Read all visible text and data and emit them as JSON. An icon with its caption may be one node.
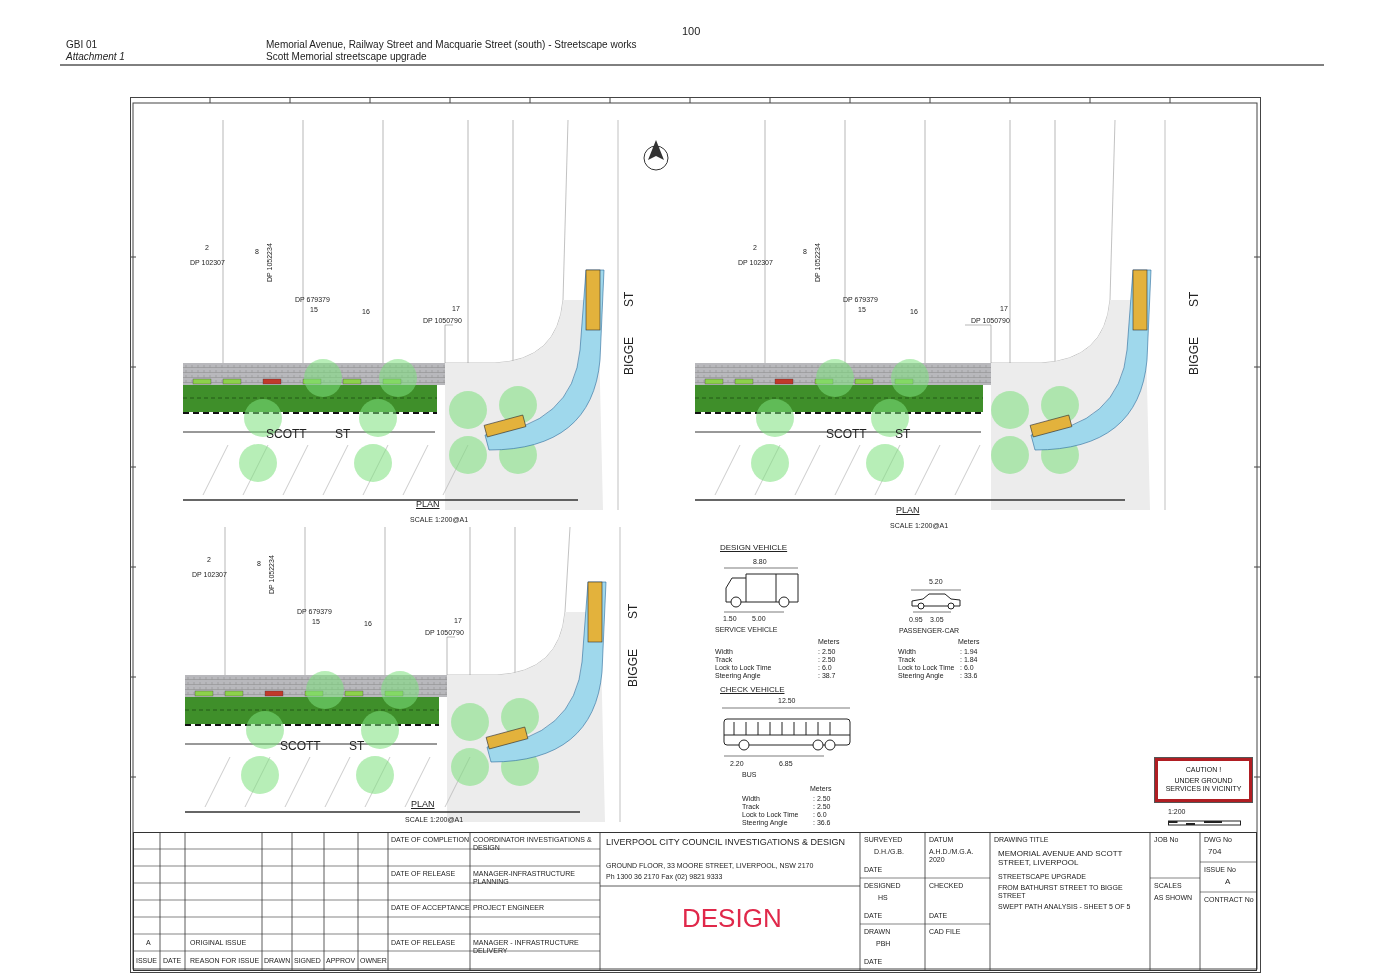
{
  "diagram": {
    "nodes": [
      {
        "text": [
          "CAUTION !",
          "UNDER GROUND SERVICES IN VICINITY"
        ]
      }
    ],
    "labels": [
      "100",
      "GBI 01",
      "Attachment 1",
      "Memorial Avenue, Railway Street and Macquarie Street (south) - Streetscape works",
      "Scott Memorial streetscape upgrade",
      "2",
      "8",
      "DP 102307",
      "DP 1052234",
      "DP 679379",
      "15",
      "16",
      "17",
      "DP 1050790",
      "SCOTT",
      "ST",
      "BIGGE",
      "ST",
      "PLAN",
      "SCALE 1:200@A1",
      "2",
      "8",
      "DP 102307",
      "DP 1052234",
      "DP 679379",
      "15",
      "16",
      "17",
      "DP 1050790",
      "SCOTT",
      "ST",
      "BIGGE",
      "ST",
      "PLAN",
      "SCALE 1:200@A1",
      "2",
      "8",
      "DP 102307",
      "DP 1052234",
      "DP 679379",
      "15",
      "16",
      "17",
      "DP 1050790",
      "SCOTT",
      "ST",
      "BIGGE",
      "ST",
      "PLAN",
      "SCALE 1:200@A1",
      "DESIGN VEHICLE",
      "8.80",
      "1.50",
      "5.00",
      "SERVICE VEHICLE",
      "Meters",
      "Width",
      "Track",
      "Lock to Lock Time",
      "Steering Angle",
      ": 2.50",
      ": 2.50",
      ": 6.0",
      ": 38.7",
      "5.20",
      "0.95",
      "3.05",
      "PASSENGER-CAR",
      "Meters",
      "Width",
      "Track",
      "Lock to Lock Time",
      "Steering Angle",
      ": 1.94",
      ": 1.84",
      ": 6.0",
      ": 33.6",
      "CHECK VEHICLE",
      "12.50",
      "2.20",
      "6.85",
      "BUS",
      "Meters",
      "Width",
      "Track",
      "Lock to Lock Time",
      "Steering Angle",
      ": 2.50",
      ": 2.50",
      ": 6.0",
      ": 36.6",
      "1:200",
      "A",
      "ORIGINAL ISSUE",
      "ISSUE",
      "DATE",
      "REASON FOR ISSUE",
      "DRAWN",
      "SIGNED",
      "APPROV",
      "OWNER",
      "DATE OF COMPLETION",
      "COORDINATOR INVESTIGATIONS & DESIGN",
      "DATE OF RELEASE",
      "MANAGER-INFRASTRUCTURE PLANNING",
      "DATE OF ACCEPTANCE",
      "PROJECT ENGINEER",
      "DATE OF RELEASE",
      "MANAGER - INFRASTRUCTURE DELIVERY",
      "LIVERPOOL CITY COUNCIL INVESTIGATIONS & DESIGN",
      "GROUND FLOOR, 33 MOORE STREET, LIVERPOOL, NSW 2170",
      "Ph 1300 36 2170   Fax (02) 9821 9333",
      "DESIGN",
      "SURVEYED",
      "DATUM",
      "D.H./G.B.",
      "A.H.D./M.G.A. 2020",
      "DATE",
      "DESIGNED",
      "CHECKED",
      "HS",
      "DATE",
      "DATE",
      "DRAWN",
      "CAD FILE",
      "PBH",
      "DATE",
      "DRAWING TITLE",
      "MEMORIAL AVENUE AND SCOTT STREET, LIVERPOOL",
      "STREETSCAPE UPGRADE",
      "FROM BATHURST STREET TO BIGGE STREET",
      "SWEPT PATH ANALYSIS - SHEET 5 OF 5",
      "JOB No",
      "SCALES",
      "AS SHOWN",
      "DWG No",
      "704",
      "ISSUE No",
      "A",
      "CONTRACT No"
    ]
  }
}
